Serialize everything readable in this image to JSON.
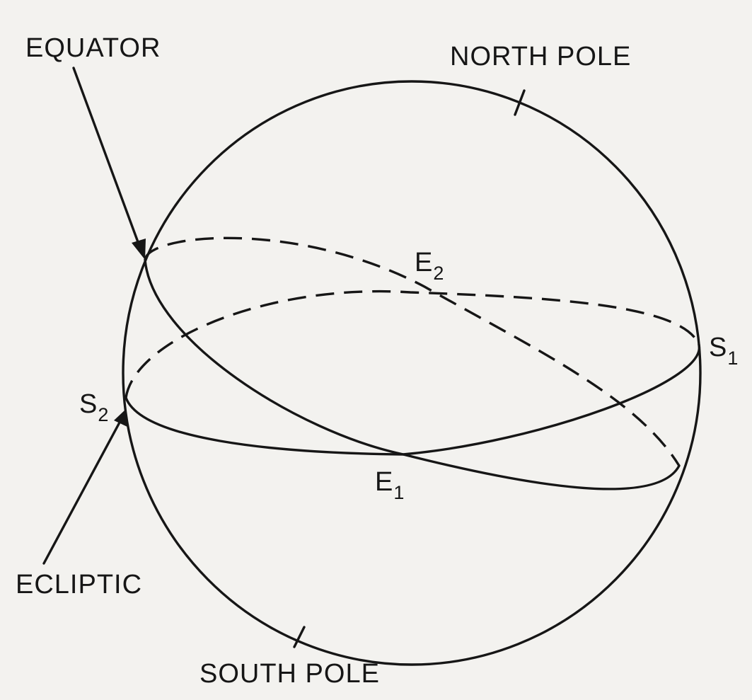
{
  "labels": {
    "equator": "EQUATOR",
    "north_pole": "NORTH POLE",
    "south_pole": "SOUTH POLE",
    "ecliptic": "ECLIPTIC",
    "e1": {
      "base": "E",
      "sub": "1"
    },
    "e2": {
      "base": "E",
      "sub": "2"
    },
    "s1": {
      "base": "S",
      "sub": "1"
    },
    "s2": {
      "base": "S",
      "sub": "2"
    }
  },
  "colors": {
    "ink": "#161616",
    "paper": "#f3f2ef"
  }
}
